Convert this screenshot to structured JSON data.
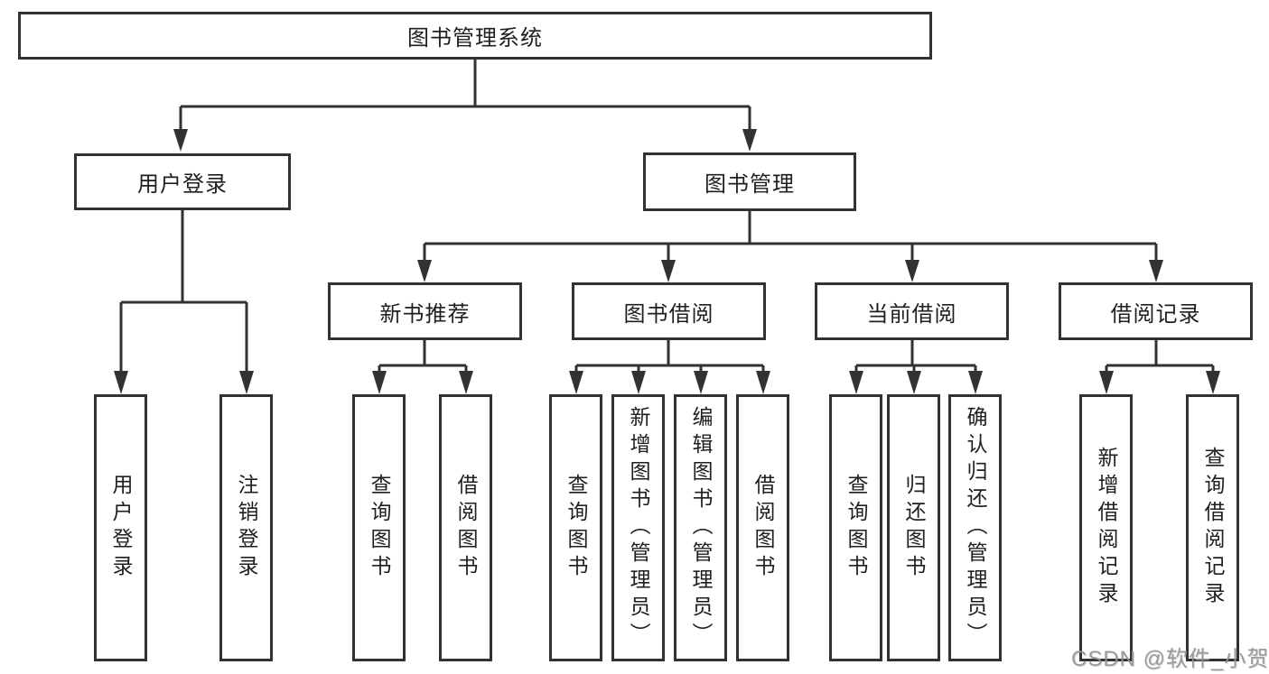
{
  "diagram": {
    "type": "hierarchy-tree",
    "root": {
      "label": "图书管理系统"
    },
    "level2": [
      {
        "label": "用户登录",
        "children": [
          {
            "label": "用户登录"
          },
          {
            "label": "注销登录"
          }
        ]
      },
      {
        "label": "图书管理",
        "children": [
          {
            "label": "新书推荐",
            "children": [
              {
                "label": "查询图书"
              },
              {
                "label": "借阅图书"
              }
            ]
          },
          {
            "label": "图书借阅",
            "children": [
              {
                "label": "查询图书"
              },
              {
                "label": "新增图书（管理员）"
              },
              {
                "label": "编辑图书（管理员）"
              },
              {
                "label": "借阅图书"
              }
            ]
          },
          {
            "label": "当前借阅",
            "children": [
              {
                "label": "查询图书"
              },
              {
                "label": "归还图书"
              },
              {
                "label": "确认归还（管理员）"
              }
            ]
          },
          {
            "label": "借阅记录",
            "children": [
              {
                "label": "新增借阅记录"
              },
              {
                "label": "查询借阅记录"
              }
            ]
          }
        ]
      }
    ]
  },
  "watermark": {
    "text": "CSDN @软件_小贺同学"
  },
  "colors": {
    "line": "#323232",
    "box_border": "#323232",
    "text": "#1f1f1f",
    "watermark": "#949494",
    "background": "#ffffff"
  }
}
